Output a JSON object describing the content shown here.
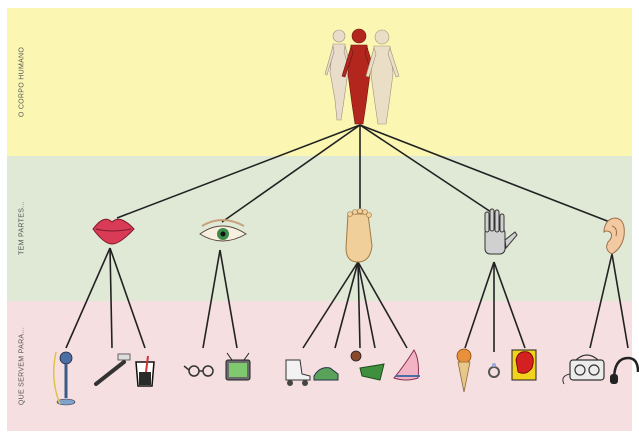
{
  "rows": [
    {
      "label": "O CORPO HUMANO"
    },
    {
      "label": "TEM PARTES..."
    },
    {
      "label": "QUE SERVEM PARA..."
    }
  ],
  "root": {
    "icon": "human-body-anatomy-icon"
  },
  "parts": [
    {
      "icon": "mouth-lips-icon",
      "uses": [
        "microphone-icon",
        "toothbrush-icon",
        "drinking-glass-icon"
      ]
    },
    {
      "icon": "eye-icon",
      "uses": [
        "eyeglasses-icon",
        "television-icon"
      ]
    },
    {
      "icon": "foot-icon",
      "uses": [
        "roller-skate-icon",
        "sneaker-icon",
        "soccer-ball-icon",
        "flipper-icon",
        "slipper-icon"
      ]
    },
    {
      "icon": "hand-icon",
      "uses": [
        "ice-cream-cone-icon",
        "ring-icon",
        "boxing-glove-icon"
      ]
    },
    {
      "icon": "ear-icon",
      "uses": [
        "radio-cassette-icon",
        "headphones-icon"
      ]
    }
  ]
}
